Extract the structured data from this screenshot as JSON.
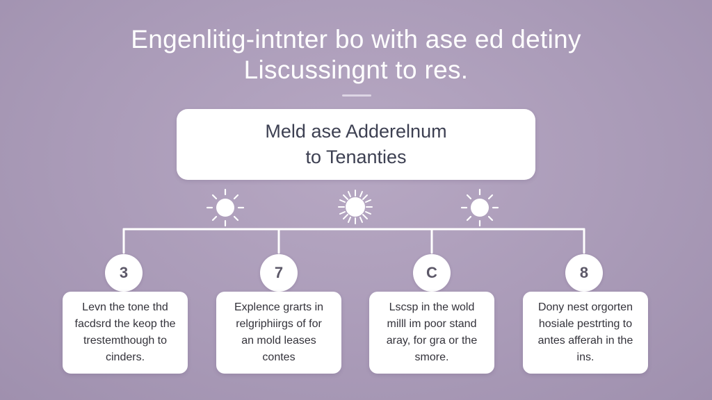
{
  "headline": {
    "line1": "Engenlitig-intnter bo with ase ed detiny",
    "line2": "Liscussingnt to res."
  },
  "title_box": {
    "line1": "Meld ase Adderelnum",
    "line2": "to Tenanties"
  },
  "suns": [
    {
      "icon": "sun-icon"
    },
    {
      "icon": "burst-icon"
    },
    {
      "icon": "sun-icon"
    }
  ],
  "steps": [
    {
      "number": "3",
      "lines": [
        "Levn the tone thd",
        "facdsrd the keop the",
        "trestemthough to",
        "cinders."
      ]
    },
    {
      "number": "7",
      "lines": [
        "Explence grarts in",
        "relgriphiirgs of for",
        "an mold leases",
        "contes"
      ]
    },
    {
      "number": "C",
      "lines": [
        "Lscsp in the wold",
        "milll im poor stand",
        "aray, for gra or the",
        "smore."
      ]
    },
    {
      "number": "8",
      "lines": [
        "Dony nest orgorten",
        "hosiale pestrting to",
        "antes afferah in the",
        "ins."
      ]
    }
  ],
  "colors": {
    "background": "#ab9cb8",
    "box": "#ffffff",
    "connector": "#ffffff",
    "title_text": "#3d4052",
    "card_text": "#33323a"
  }
}
